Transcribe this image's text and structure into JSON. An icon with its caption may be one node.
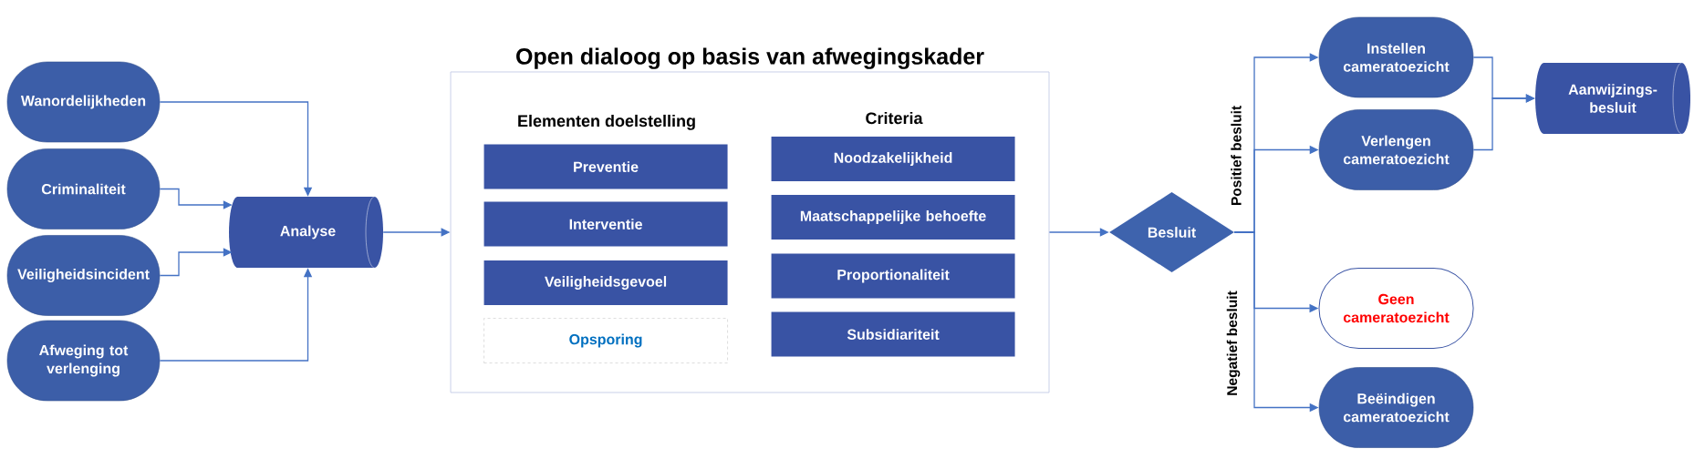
{
  "diagram": {
    "nodes": [
      {
        "text": [
          "Wanordelijkheden"
        ]
      },
      {
        "text": [
          "Criminaliteit"
        ]
      },
      {
        "text": [
          "Veiligheidsincident"
        ]
      },
      {
        "text": [
          "Afweging tot verlenging"
        ]
      },
      {
        "text": [
          "Analyse"
        ]
      },
      {
        "text": [
          "Open dialoog op basis van afwegingskader"
        ]
      },
      {
        "text": [
          "Preventie"
        ],
        "in": 5
      },
      {
        "text": [
          "Interventie"
        ],
        "in": 5
      },
      {
        "text": [
          "Veiligheidsgevoel"
        ],
        "in": 5
      },
      {
        "text": [
          "Opsporing"
        ],
        "in": 5
      },
      {
        "text": [
          "Noodzakelijkheid"
        ],
        "in": 5
      },
      {
        "text": [
          "Maatschappelijke behoefte"
        ],
        "in": 5
      },
      {
        "text": [
          "Proportionaliteit"
        ],
        "in": 5
      },
      {
        "text": [
          "Subsidiariteit"
        ],
        "in": 5
      },
      {
        "text": [
          "Besluit"
        ]
      },
      {
        "text": [
          "Instellen cameratoezicht"
        ]
      },
      {
        "text": [
          "Verlengen cameratoezicht"
        ]
      },
      {
        "text": [
          "Geen cameratoezicht"
        ]
      },
      {
        "text": [
          "Beëindigen cameratoezicht"
        ]
      },
      {
        "text": [
          "Aanwijzings- besluit"
        ]
      }
    ],
    "edges": [
      {
        "from": 0,
        "to": 4,
        "arrow": "to"
      },
      {
        "from": 1,
        "to": 4,
        "arrow": "to"
      },
      {
        "from": 2,
        "to": 4,
        "arrow": "to"
      },
      {
        "from": 3,
        "to": 4,
        "arrow": "to"
      },
      {
        "from": 4,
        "to": 5,
        "arrow": "to"
      },
      {
        "from": 5,
        "to": 14,
        "arrow": "to"
      },
      {
        "from": 14,
        "to": 15,
        "arrow": "to"
      },
      {
        "from": 14,
        "to": 16,
        "arrow": "to"
      },
      {
        "from": 14,
        "to": 17,
        "arrow": "to"
      },
      {
        "from": 14,
        "to": 18,
        "arrow": "to"
      },
      {
        "from": 15,
        "to": 19,
        "arrow": "to"
      },
      {
        "from": 16,
        "to": 19,
        "arrow": "to"
      }
    ],
    "labels": [
      "Elementen doelstelling",
      "Criteria",
      "Positief besluit",
      "Negatief besluit"
    ]
  }
}
